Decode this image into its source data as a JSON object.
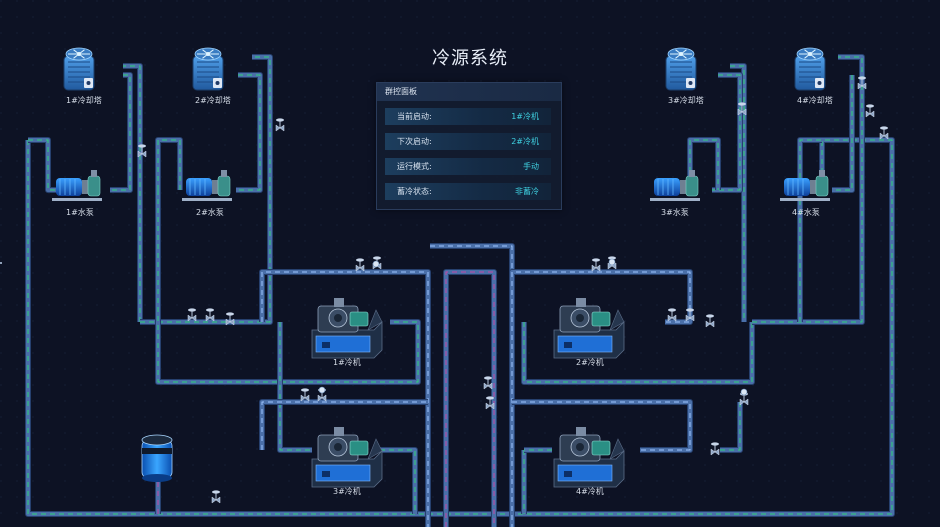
{
  "title": "冷源系统",
  "cooling_towers": [
    {
      "label": "1#冷却塔"
    },
    {
      "label": "2#冷却塔"
    },
    {
      "label": "3#冷却塔"
    },
    {
      "label": "4#冷却塔"
    }
  ],
  "pumps": [
    {
      "label": "1#水泵"
    },
    {
      "label": "2#水泵"
    },
    {
      "label": "3#水泵"
    },
    {
      "label": "4#水泵"
    }
  ],
  "chillers": [
    {
      "label": "1#冷机"
    },
    {
      "label": "2#冷机"
    },
    {
      "label": "3#冷机"
    },
    {
      "label": "4#冷机"
    }
  ],
  "control_panel": {
    "title": "群控面板",
    "rows": [
      {
        "key": "当前启动:",
        "value": "1#冷机"
      },
      {
        "key": "下次启动:",
        "value": "2#冷机"
      },
      {
        "key": "运行模式:",
        "value": "手动"
      },
      {
        "key": "蓄冷状态:",
        "value": "非蓄冷"
      }
    ]
  },
  "colors": {
    "background": "#0d1224",
    "pipe": "#4a6fa8",
    "flow_green": "#2fd07a",
    "flow_pink": "#c24aa6",
    "value_text": "#3fd0e0"
  },
  "icons": [
    "fan-icon",
    "pump-icon",
    "chiller-icon",
    "valve-icon",
    "gauge-icon",
    "tank-icon"
  ]
}
